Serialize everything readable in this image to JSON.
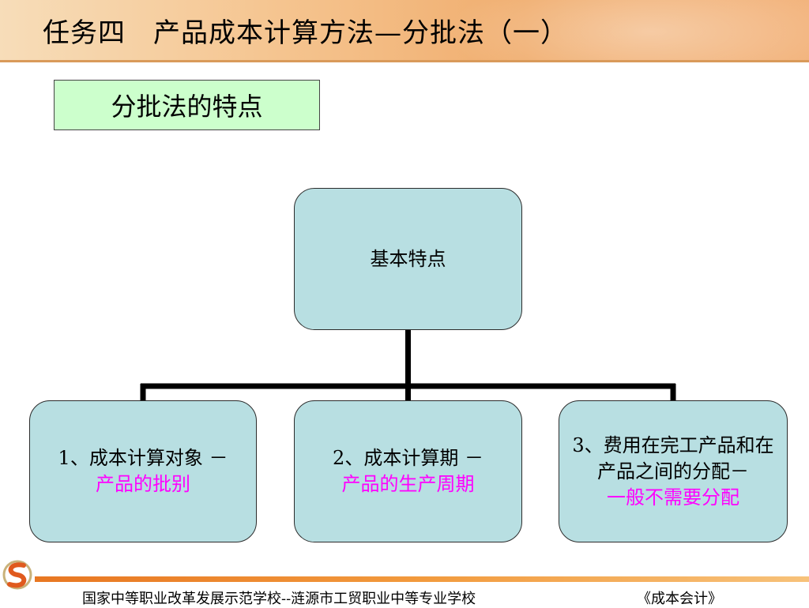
{
  "slide": {
    "title": "任务四　产品成本计算方法—分批法（一）",
    "section_label": "分批法的特点"
  },
  "diagram": {
    "root": "基本特点",
    "children": [
      {
        "lead": "1、成本计算对象 －",
        "highlight": "产品的批别"
      },
      {
        "lead": "2、成本计算期 －",
        "highlight": "产品的生产周期"
      },
      {
        "lead": "3、费用在完工产品和在产品之间的分配－",
        "highlight": "一般不需要分配"
      }
    ]
  },
  "footer": {
    "school": "国家中等职业改革发展示范学校--涟源市工贸职业中等专业学校",
    "course": "《成本会计》"
  },
  "colors": {
    "node_fill": "#b8dfe2",
    "section_fill": "#ccffcc",
    "highlight": "#ff00ff",
    "footer_accent": "#e87722"
  }
}
